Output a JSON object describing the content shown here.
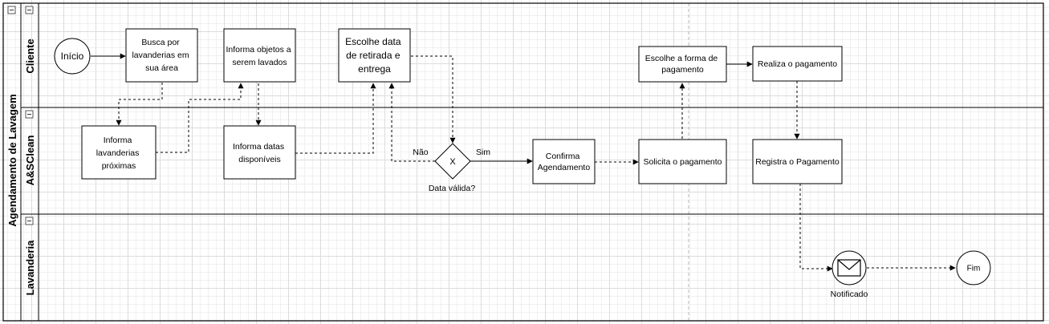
{
  "pool": {
    "title": "Agendamento de Lavagem"
  },
  "lanes": [
    {
      "id": "cliente",
      "title": "Cliente"
    },
    {
      "id": "asclean",
      "title": "A&SClean"
    },
    {
      "id": "lavanderia",
      "title": "Lavanderia"
    }
  ],
  "events": {
    "start": "Início",
    "end": "Fim",
    "notify": "Notificado"
  },
  "tasks": {
    "busca": [
      "Busca por",
      "lavanderias em",
      "sua área"
    ],
    "informa_lav": [
      "Informa",
      "lavanderias",
      "próximas"
    ],
    "informa_obj": [
      "Informa objetos a",
      "serem lavados"
    ],
    "informa_datas": [
      "Informa datas",
      "disponíveis"
    ],
    "escolhe_data": [
      "Escolhe data",
      "de retirada e",
      "entrega"
    ],
    "confirma": [
      "Confirma",
      "Agendamento"
    ],
    "solicita": [
      "Solicita o pagamento"
    ],
    "escolhe_forma": [
      "Escolhe a forma de",
      "pagamento"
    ],
    "realiza": [
      "Realiza o pagamento"
    ],
    "registra": [
      "Registra o Pagamento"
    ]
  },
  "gateway": {
    "symbol": "X",
    "label": "Data válida?",
    "no": "Não",
    "yes": "Sim"
  }
}
